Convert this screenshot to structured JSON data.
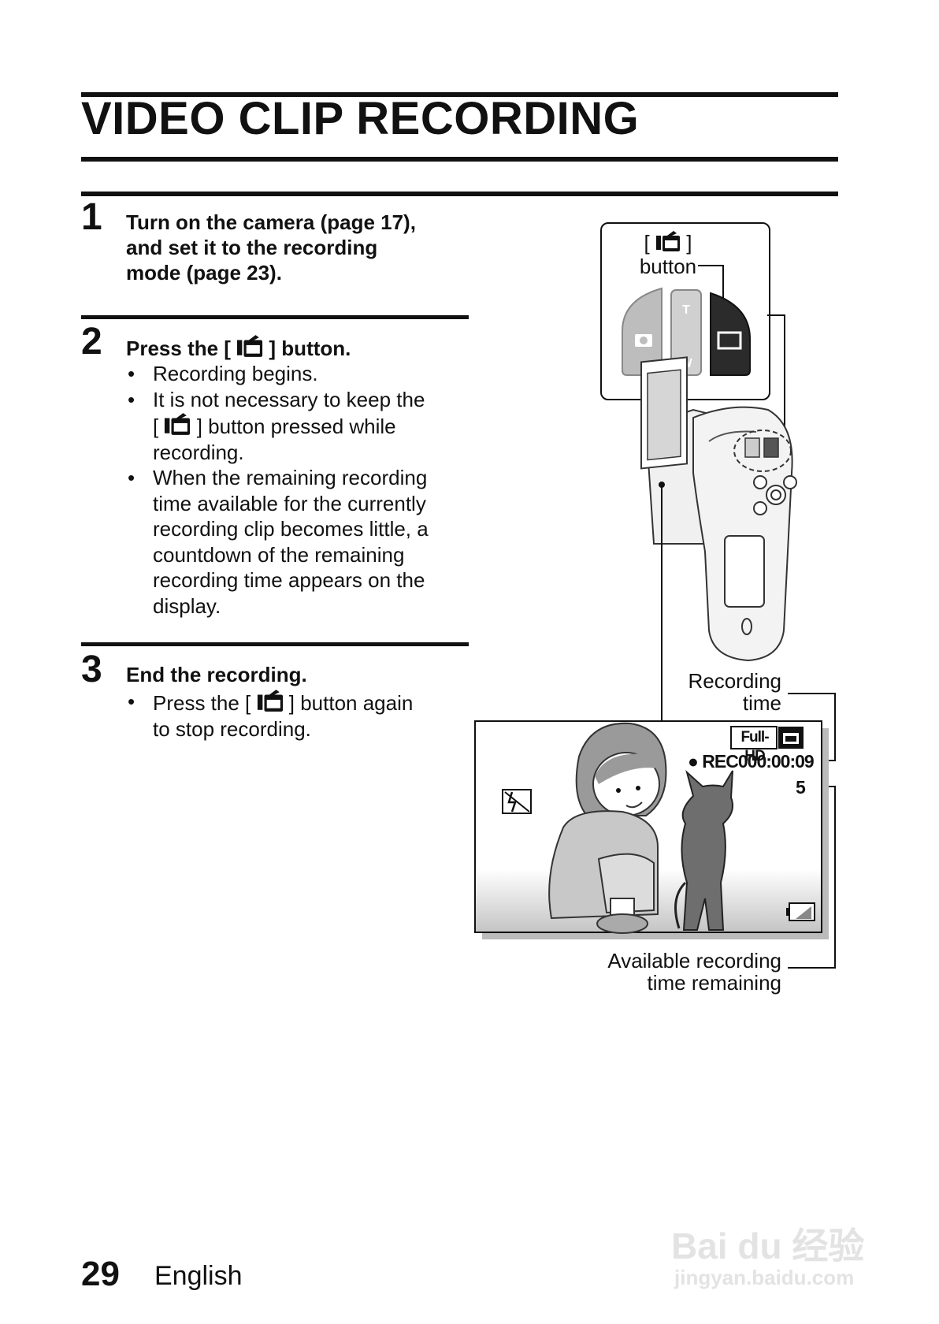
{
  "page": {
    "title": "VIDEO CLIP RECORDING",
    "steps": [
      {
        "number": "1",
        "heading_lines": [
          "Turn on the camera (page 17),",
          "and set it to the recording",
          "mode (page 23)."
        ]
      },
      {
        "number": "2",
        "heading_pre": "Press the [",
        "heading_post": "] button.",
        "bullets": {
          "b1": "Recording begins.",
          "b2_line1": "It is not necessary to keep the",
          "b2_line2_pre": "[",
          "b2_line2_post": "] button pressed while",
          "b2_line3": "recording.",
          "b3_lines": [
            "When the remaining recording",
            "time available for the currently",
            "recording clip becomes little, a",
            "countdown of the remaining",
            "recording time appears on the",
            "display."
          ]
        }
      },
      {
        "number": "3",
        "heading": "End the recording.",
        "bullets": {
          "b1_line1_pre": "Press the [",
          "b1_line1_post": "] button again",
          "b1_line2": "to stop recording."
        }
      }
    ],
    "bullet_char": "•",
    "figure": {
      "button_label_bracket_open": "[",
      "button_label_bracket_close": "]",
      "button_label": "button",
      "zoom_t": "T",
      "zoom_w": "W",
      "recording_time_label_lines": [
        "Recording",
        "time"
      ],
      "available_time_label_lines": [
        "Available recording",
        "time remaining"
      ],
      "screen": {
        "quality_badge": "Full-HD",
        "rec_indicator": "●",
        "rec_text": "REC000:00:09",
        "remaining_value": "5"
      }
    },
    "footer": {
      "page_number": "29",
      "language": "English"
    },
    "watermark": {
      "logo_text": "Bai du 经验",
      "url": "jingyan.baidu.com"
    }
  },
  "colors": {
    "text": "#111111",
    "screen_bg_top": "#ffffff",
    "screen_bg_bottom": "#c9c9c9",
    "button_dark": "#2b2b2b",
    "button_light": "#bdbdbd"
  },
  "icons": [
    "video-camera-icon",
    "still-camera-icon",
    "flash-off-icon",
    "battery-icon",
    "camcorder-illustration",
    "girl-illustration",
    "cat-illustration"
  ]
}
